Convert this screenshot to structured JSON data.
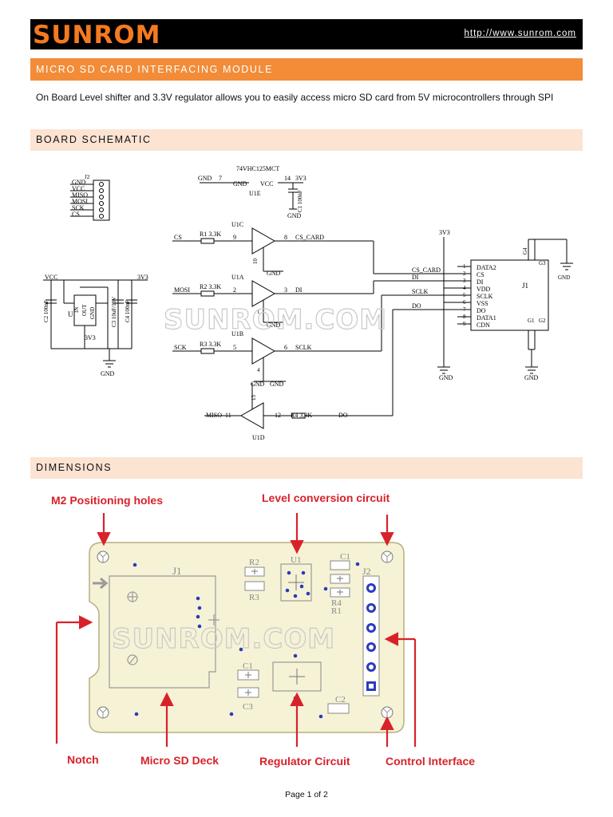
{
  "header": {
    "logo": "SUNROM",
    "url": "http://www.sunrom.com",
    "accent_color": "#f47a20"
  },
  "title": "MICRO SD CARD INTERFACING MODULE",
  "intro": "On Board Level shifter and 3.3V regulator allows you to easily access micro SD card from 5V microcontrollers through SPI",
  "sections": {
    "schematic": "BOARD SCHEMATIC",
    "dimensions": "DIMENSIONS"
  },
  "watermark": "SUNROM.COM",
  "schematic": {
    "chip_name": "74VHC125MCT",
    "connector_j2": {
      "ref": "J2",
      "pins": [
        "GND",
        "VCC",
        "MISO",
        "MOSI",
        "SCK",
        "CS"
      ]
    },
    "u1e": {
      "ref": "U1E",
      "gnd_label": "GND",
      "gnd_pin": "7",
      "gnd_pin_name": "GND",
      "vcc_pin_name": "VCC",
      "vcc_pin": "14",
      "supply": "3V3",
      "cap": "C1 100nF",
      "cap_gnd": "GND"
    },
    "regulator": {
      "vcc": "VCC",
      "out": "3V3",
      "ref": "U",
      "pins": [
        "IN",
        "OUT",
        "GND"
      ],
      "out_label": "3V3",
      "c2": "C2 100nF",
      "c3": "C3 10uF/10V",
      "c4": "C4 100nF",
      "gnd": "GND"
    },
    "buffers": [
      {
        "ref": "U1C",
        "in_net": "CS",
        "res": "R1 3.3K",
        "in_pin": "9",
        "oe_pin": "10",
        "out_pin": "8",
        "out_net": "CS_CARD",
        "gnd": "GND"
      },
      {
        "ref": "U1A",
        "in_net": "MOSI",
        "res": "R2 3.3K",
        "in_pin": "2",
        "oe_pin": "1",
        "out_pin": "3",
        "out_net": "DI",
        "gnd": "GND"
      },
      {
        "ref": "U1B",
        "in_net": "SCK",
        "res": "R3 3.3K",
        "in_pin": "5",
        "oe_pin": "4",
        "out_pin": "6",
        "out_net": "SCLK",
        "gnd": "GND"
      },
      {
        "ref": "U1D",
        "in_net": "MISO",
        "res": "R4 3.3K",
        "in_pin": "11",
        "oe_pin": "13",
        "out_pin": "12",
        "out_net": "DO",
        "gnd": "GND"
      }
    ],
    "bus_nets": [
      "CS_CARD",
      "DI",
      "SCLK",
      "DO"
    ],
    "supply_3v3": "3V3",
    "gnd": "GND",
    "card": {
      "ref": "J1",
      "pins": [
        {
          "num": "1",
          "name": "DATA2"
        },
        {
          "num": "2",
          "name": "CS"
        },
        {
          "num": "3",
          "name": "DI"
        },
        {
          "num": "4",
          "name": "VDD"
        },
        {
          "num": "5",
          "name": "SCLK"
        },
        {
          "num": "6",
          "name": "VSS"
        },
        {
          "num": "7",
          "name": "DO"
        },
        {
          "num": "8",
          "name": "DATA1"
        },
        {
          "num": "9",
          "name": "CDN"
        }
      ],
      "shield_top": [
        "G4",
        "G3"
      ],
      "shield_bottom": [
        "G1",
        "G2"
      ],
      "gnd": "GND"
    }
  },
  "board": {
    "annotations": {
      "holes": "M2 Positioning holes",
      "level": "Level conversion circuit",
      "notch": "Notch",
      "deck": "Micro SD Deck",
      "regulator": "Regulator Circuit",
      "control": "Control Interface"
    },
    "silkscreen": {
      "j1": "J1",
      "j2": "J2",
      "u1": "U1",
      "r2": "R2",
      "r3": "R3",
      "r4": "R4",
      "r1": "R1",
      "c1_top": "C1",
      "c1_bottom": "C1",
      "c3": "C3",
      "c2": "C2"
    },
    "board_color": "#f6f2d6",
    "annotation_color": "#d8222a"
  },
  "footer": "Page 1 of 2"
}
